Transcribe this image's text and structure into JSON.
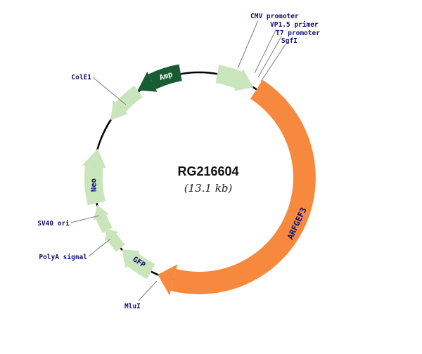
{
  "title": {
    "name": "RG216604",
    "size": "(13.1 kb)"
  },
  "orf": {
    "label": "ARFGEF3"
  },
  "features": {
    "amp": "Amp",
    "neo": "Neo",
    "gfp": "GFP"
  },
  "sites": {
    "cmv_promoter": "CMV promoter",
    "vp15_primer": "VP1.5 primer",
    "t7_promoter": "T7 promoter",
    "sgfi": "SgfI",
    "cole1": "ColE1",
    "sv40_ori": "SV40 ori",
    "polya_signal": "PolyA signal",
    "mlui": "MluI"
  },
  "colors": {
    "orf_orange": "#F7893F",
    "feature_green": "#C9E5BB",
    "amp_dark_green": "#185C33",
    "label_navy": "#10106E",
    "backbone_black": "#000000",
    "background": "#FFFFFF"
  }
}
